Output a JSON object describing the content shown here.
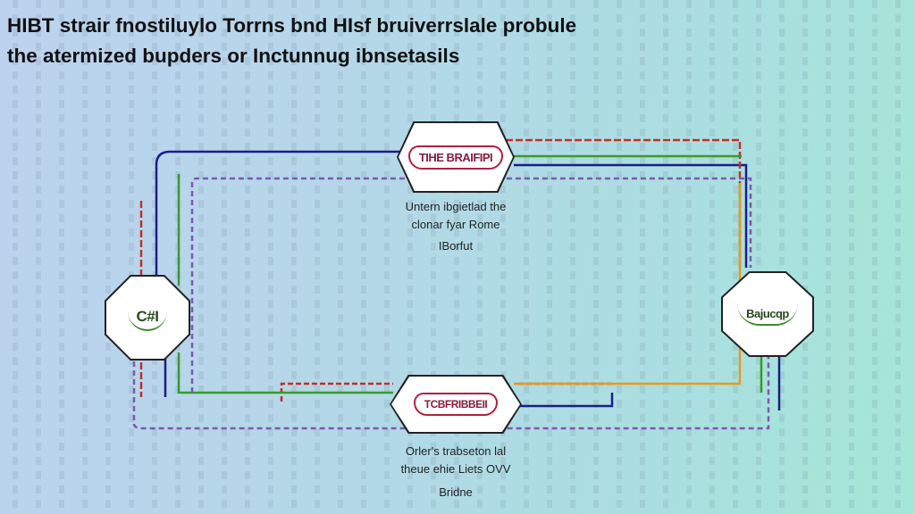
{
  "title": {
    "line1": "HIBT strair fnostiluylo Torrns bnd HIsf bruiverrslale probule",
    "line2": "the atermized bupders or Inctunnug ibnsetasils"
  },
  "nodes": {
    "top": {
      "logo_text": "TIHE BRAIFIPI"
    },
    "left": {
      "logo_text": "C#I"
    },
    "right": {
      "logo_text": "Bajucqp"
    },
    "bottom": {
      "logo_text": "TCBFRIBBEII"
    }
  },
  "captions": {
    "center": {
      "line1": "Untern ibgietlad the",
      "line2": "clonar fyar Rome",
      "line3": "IBorfut"
    },
    "bottom": {
      "line1": "Orler's trabseton lal",
      "line2": "theue ehie Liets OVV",
      "line3": "Bridne"
    }
  },
  "colors": {
    "navy": "#1c1c8a",
    "red": "#c0302a",
    "green": "#3a9a2a",
    "orange": "#e89a1a",
    "purple": "#7a5ab0"
  }
}
